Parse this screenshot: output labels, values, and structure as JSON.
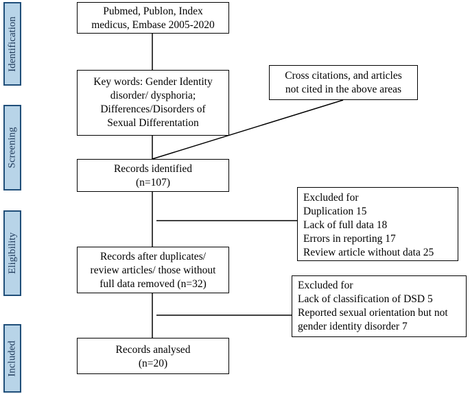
{
  "stages": {
    "identification": "Identification",
    "screening": "Screening",
    "eligibility": "Eligibility",
    "included": "Included"
  },
  "boxes": {
    "databases": [
      "Pubmed, Publon, Index",
      "medicus, Embase 2005-2020"
    ],
    "keywords": [
      "Key words: Gender Identity",
      "disorder/ dysphoria;",
      "Differences/Disorders of",
      "Sexual Differentation"
    ],
    "cross_citations": [
      "Cross citations,  and articles",
      "not cited in the above areas"
    ],
    "records_identified": [
      "Records identified",
      "(n=107)"
    ],
    "excluded_1": [
      "Excluded for",
      "Duplication 15",
      "Lack of full data 18",
      "Errors in reporting 17",
      "Review article without data 25"
    ],
    "records_after": [
      "Records after duplicates/",
      "review articles/ those without",
      "full data  removed (n=32)"
    ],
    "excluded_2": [
      "Excluded for",
      "Lack of classification of DSD 5",
      "Reported sexual orientation but not",
      "gender identity disorder 7"
    ],
    "records_analysed": [
      "Records  analysed",
      "(n=20)"
    ]
  }
}
